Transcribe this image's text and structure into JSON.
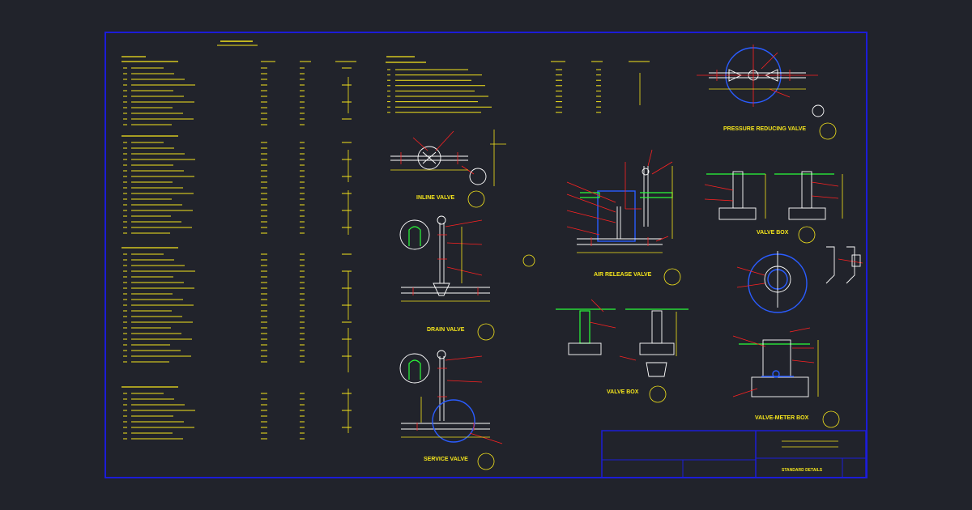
{
  "sheet": {
    "border_color": "#1c1cd8",
    "background": "#21232b",
    "text_color": "#f5e51c",
    "note": ""
  },
  "details": [
    {
      "id": "inline",
      "label": "INLINE VALVE"
    },
    {
      "id": "drain",
      "label": "DRAIN VALVE"
    },
    {
      "id": "service",
      "label": "SERVICE VALVE"
    },
    {
      "id": "air",
      "label": "AIR RELEASE VALVE"
    },
    {
      "id": "prv",
      "label": "PRESSURE REDUCING VALVE"
    },
    {
      "id": "box1",
      "label": "VALVE BOX"
    },
    {
      "id": "box2",
      "label": "VALVE BOX"
    },
    {
      "id": "meter",
      "label": "VALVE-METER BOX"
    }
  ],
  "title_block": {
    "sheet_title": "STANDARD DETAILS"
  }
}
